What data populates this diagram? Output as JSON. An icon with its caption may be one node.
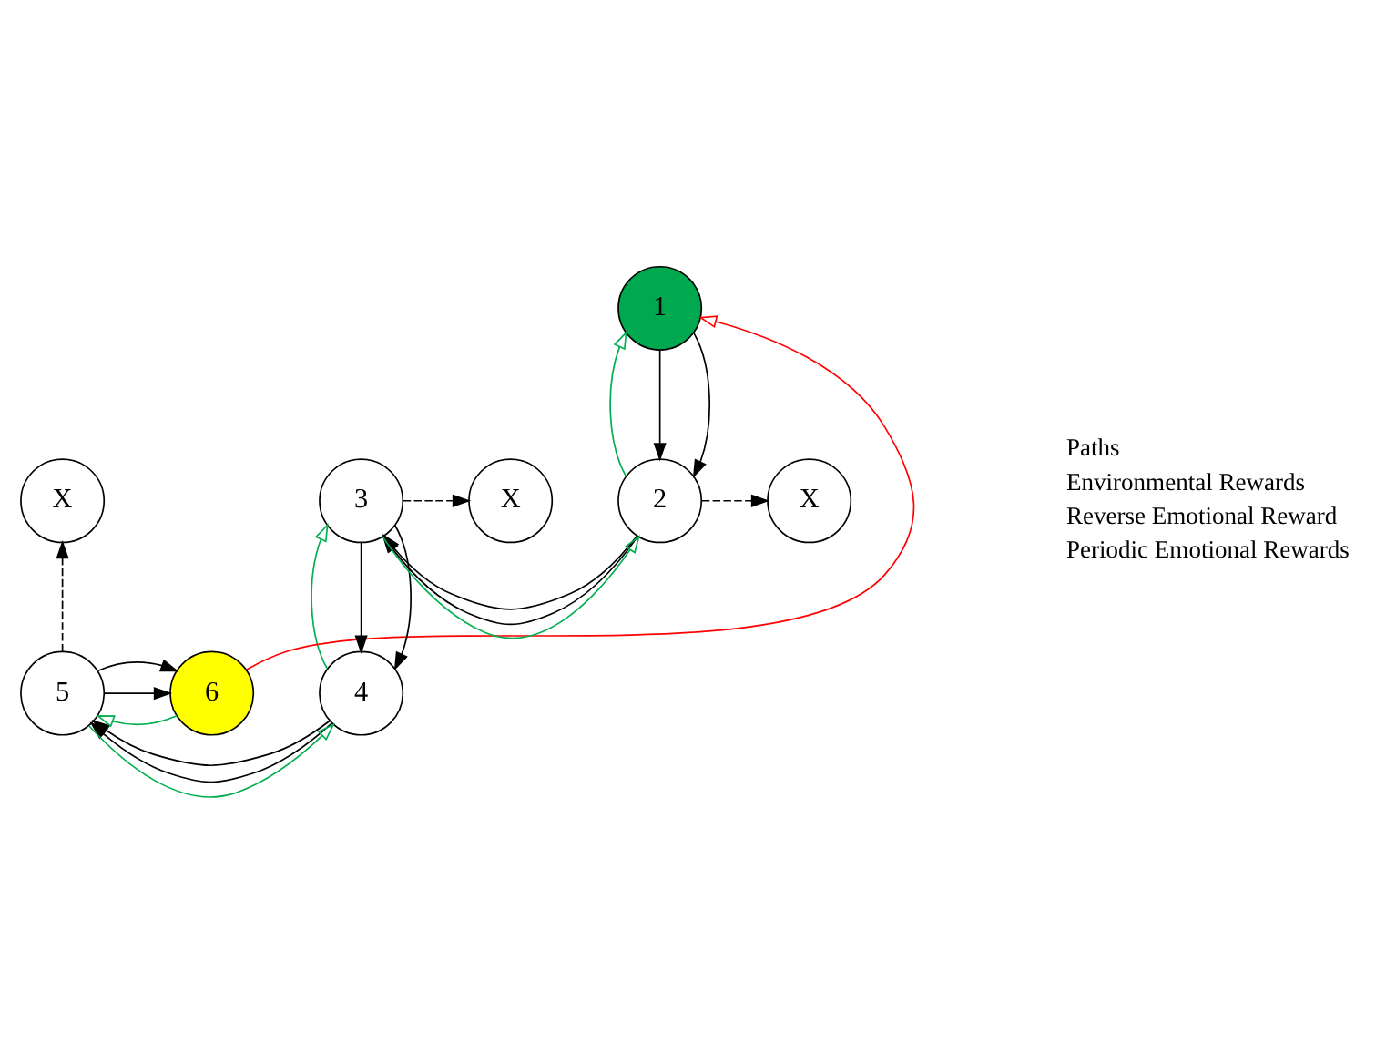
{
  "diagram": {
    "nodes": [
      {
        "text": [
          "X"
        ]
      },
      {
        "text": [
          "4"
        ]
      },
      {
        "text": [
          "5"
        ]
      },
      {
        "text": [
          "6"
        ]
      },
      {
        "text": [
          "X"
        ]
      },
      {
        "text": [
          "2"
        ]
      },
      {
        "text": [
          "3"
        ]
      },
      {
        "text": [
          "X"
        ]
      },
      {
        "text": [
          "1"
        ]
      }
    ],
    "edges": [
      {
        "from": 8,
        "to": 5,
        "arrow": "to"
      },
      {
        "from": 8,
        "to": 5,
        "arrow": "to"
      },
      {
        "from": 5,
        "to": 8,
        "arrow": "to",
        "color": "#00b050"
      },
      {
        "from": 5,
        "to": 6,
        "arrow": "to"
      },
      {
        "from": 5,
        "to": 6,
        "arrow": "to"
      },
      {
        "from": 6,
        "to": 5,
        "arrow": "to",
        "color": "#00b050"
      },
      {
        "from": 6,
        "to": 1,
        "arrow": "to"
      },
      {
        "from": 6,
        "to": 1,
        "arrow": "to"
      },
      {
        "from": 1,
        "to": 6,
        "arrow": "to",
        "color": "#00b050"
      },
      {
        "from": 1,
        "to": 2,
        "arrow": "to"
      },
      {
        "from": 1,
        "to": 2,
        "arrow": "to"
      },
      {
        "from": 2,
        "to": 1,
        "arrow": "to",
        "color": "#00b050"
      },
      {
        "from": 2,
        "to": 3,
        "arrow": "to"
      },
      {
        "from": 2,
        "to": 3,
        "arrow": "to"
      },
      {
        "from": 3,
        "to": 2,
        "arrow": "to",
        "color": "#00b050"
      },
      {
        "from": 2,
        "to": 0,
        "arrow": "to",
        "style": "dashed"
      },
      {
        "from": 5,
        "to": 4,
        "arrow": "to",
        "style": "dashed"
      },
      {
        "from": 6,
        "to": 7,
        "arrow": "to",
        "style": "dashed"
      },
      {
        "from": 3,
        "to": 8,
        "arrow": "to",
        "color": "#ff0000"
      }
    ],
    "legend": [
      {
        "text": "Paths"
      },
      {
        "text": "Environmental Rewards"
      },
      {
        "text": "Reverse Emotional Reward"
      },
      {
        "text": "Periodic Emotional Rewards"
      }
    ]
  }
}
